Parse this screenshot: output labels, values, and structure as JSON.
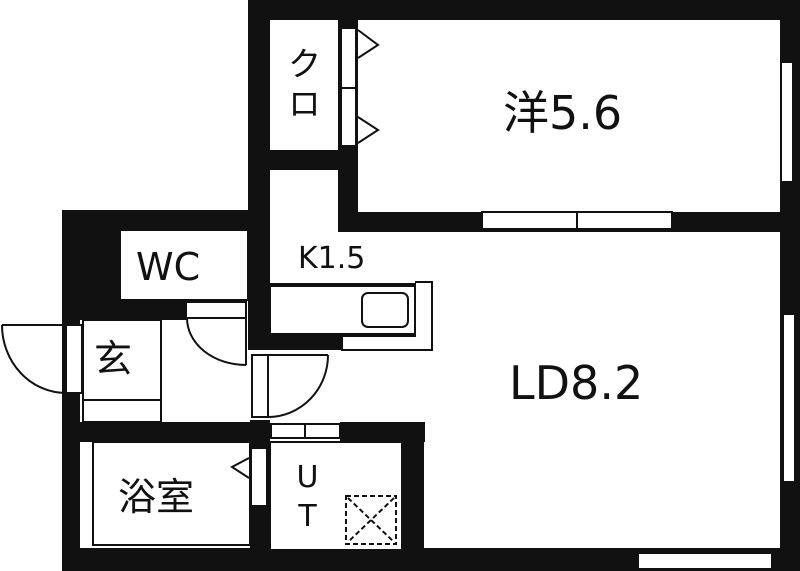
{
  "floor_plan": {
    "title": "Apartment floor plan",
    "wall_color": "#111111",
    "background_color": "#ffffff",
    "rooms": [
      {
        "id": "western-room",
        "label": "洋5.6",
        "type": "Western-style bedroom",
        "size_jo": 5.6
      },
      {
        "id": "closet",
        "label": "クロ",
        "type": "Closet"
      },
      {
        "id": "kitchen",
        "label": "K1.5",
        "type": "Kitchen",
        "size_jo": 1.5
      },
      {
        "id": "living-dining",
        "label": "LD8.2",
        "type": "Living / Dining",
        "size_jo": 8.2
      },
      {
        "id": "wc",
        "label": "WC",
        "type": "Toilet"
      },
      {
        "id": "entrance",
        "label": "玄",
        "type": "Entrance (genkan)"
      },
      {
        "id": "bathroom",
        "label": "浴室",
        "type": "Bathroom"
      },
      {
        "id": "utility",
        "label": "UT",
        "type": "Utility / washroom"
      }
    ],
    "fixtures": [
      {
        "id": "kitchen-sink",
        "type": "sink"
      },
      {
        "id": "washer-space",
        "type": "washing machine space (dashed box)"
      }
    ]
  }
}
